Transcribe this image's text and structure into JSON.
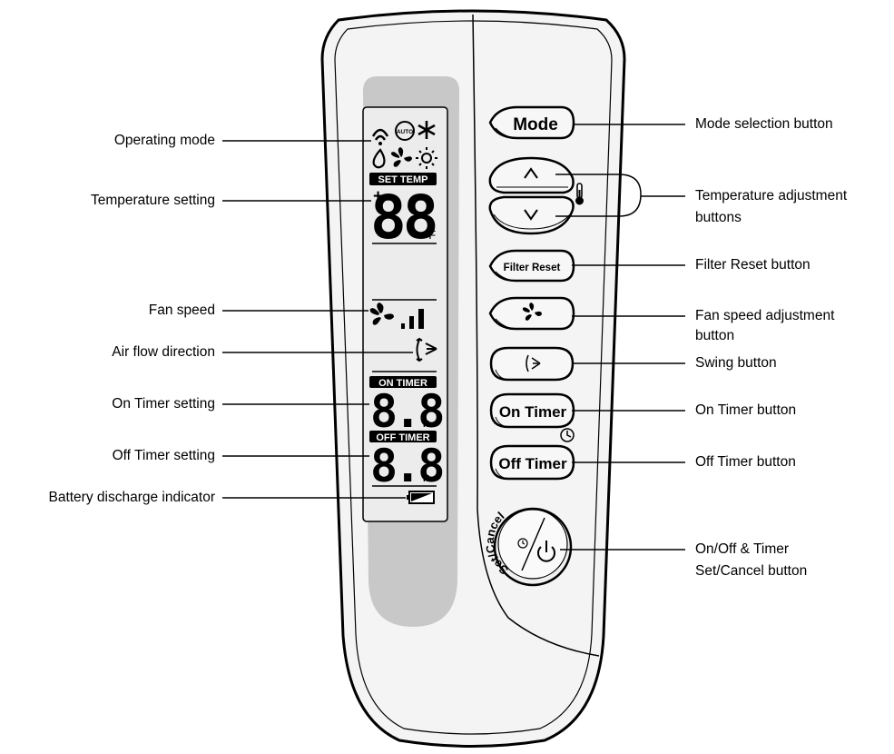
{
  "left_labels": {
    "operating_mode": "Operating mode",
    "temperature_setting": "Temperature setting",
    "fan_speed": "Fan speed",
    "air_flow_direction": "Air flow direction",
    "on_timer_setting": "On Timer setting",
    "off_timer_setting": "Off Timer setting",
    "battery_indicator": "Battery discharge indicator"
  },
  "right_labels": {
    "mode_button": "Mode selection button",
    "temp_buttons_line1": "Temperature adjustment",
    "temp_buttons_line2": "buttons",
    "filter_reset": "Filter Reset button",
    "fan_speed_line1": "Fan speed adjustment",
    "fan_speed_line2": "button",
    "swing": "Swing button",
    "on_timer": "On Timer button",
    "off_timer": "Off Timer button",
    "onoff_line1": "On/Off & Timer",
    "onoff_line2": "Set/Cancel button"
  },
  "buttons": {
    "mode": "Mode",
    "filter_reset": "Filter Reset",
    "on_timer": "On Timer",
    "off_timer": "Off Timer",
    "set_cancel": "Set/Cancel"
  },
  "lcd": {
    "auto": "AUTO",
    "set_temp": "SET TEMP",
    "temp_digits": "88",
    "temp_unit": "°F",
    "plus_sign": "+",
    "on_timer": "ON TIMER",
    "off_timer": "OFF TIMER",
    "timer_digits": "8.8",
    "hours_unit": "Hr."
  },
  "colors": {
    "remote_body": "#f4f4f4",
    "display_frame": "#c8c8c8",
    "lcd_background": "#ececec",
    "button_face": "#f7f7f7",
    "outline": "#000000"
  }
}
